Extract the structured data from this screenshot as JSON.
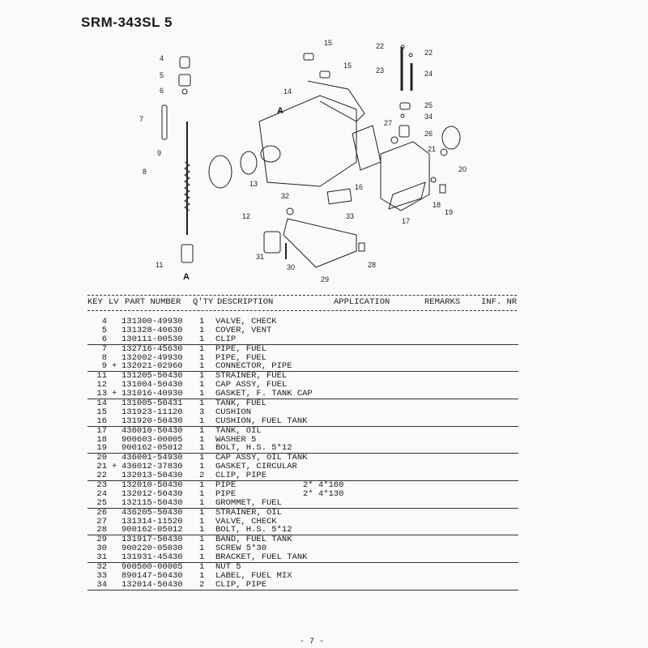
{
  "title": "SRM-343SL 5",
  "callouts": {
    "n4": "4",
    "n5": "5",
    "n6": "6",
    "n7": "7",
    "n8": "8",
    "n9": "9",
    "n11": "11",
    "n12": "12",
    "n13": "13",
    "n14": "14",
    "n15a": "15",
    "n15b": "15",
    "n16": "16",
    "n17": "17",
    "n18": "18",
    "n19": "19",
    "n20": "20",
    "n21": "21",
    "n22a": "22",
    "n22b": "22",
    "n23": "23",
    "n24": "24",
    "n25": "25",
    "n26": "26",
    "n27": "27",
    "n28": "28",
    "n29": "29",
    "n30": "30",
    "n31": "31",
    "n32": "32",
    "n33": "33",
    "n34": "34",
    "refA1": "A",
    "refA2": "A"
  },
  "table": {
    "headers": {
      "key": "KEY",
      "lv": "LV",
      "part": "PART NUMBER",
      "qty": "Q'TY",
      "desc": "DESCRIPTION",
      "app": "APPLICATION",
      "remarks": "REMARKS",
      "inf": "INF. NR"
    },
    "rows": [
      {
        "key": "4",
        "lv": "",
        "part": "131300-49930",
        "qty": "1",
        "desc": "VALVE, CHECK",
        "app": ""
      },
      {
        "key": "5",
        "lv": "",
        "part": "131328-40630",
        "qty": "1",
        "desc": "COVER, VENT",
        "app": ""
      },
      {
        "key": "6",
        "lv": "",
        "part": "130111-00530",
        "qty": "1",
        "desc": "CLIP",
        "app": ""
      },
      {
        "key": "7",
        "lv": "",
        "part": "132716-45630",
        "qty": "1",
        "desc": "PIPE, FUEL",
        "app": ""
      },
      {
        "key": "8",
        "lv": "",
        "part": "132002-49930",
        "qty": "1",
        "desc": "PIPE, FUEL",
        "app": ""
      },
      {
        "key": "9",
        "lv": "+",
        "part": "132021-02960",
        "qty": "1",
        "desc": "CONNECTOR, PIPE",
        "app": ""
      },
      {
        "key": "11",
        "lv": "",
        "part": "131205-50430",
        "qty": "1",
        "desc": "STRAINER, FUEL",
        "app": ""
      },
      {
        "key": "12",
        "lv": "",
        "part": "131004-50430",
        "qty": "1",
        "desc": "CAP ASSY, FUEL",
        "app": ""
      },
      {
        "key": "13",
        "lv": "+",
        "part": "131016-40930",
        "qty": "1",
        "desc": "GASKET, F. TANK CAP",
        "app": ""
      },
      {
        "key": "14",
        "lv": "",
        "part": "131005-50431",
        "qty": "1",
        "desc": "TANK, FUEL",
        "app": ""
      },
      {
        "key": "15",
        "lv": "",
        "part": "131923-11120",
        "qty": "3",
        "desc": "CUSHION",
        "app": ""
      },
      {
        "key": "16",
        "lv": "",
        "part": "131920-50430",
        "qty": "1",
        "desc": "CUSHION, FUEL TANK",
        "app": ""
      },
      {
        "key": "17",
        "lv": "",
        "part": "436010-50430",
        "qty": "1",
        "desc": "TANK, OIL",
        "app": ""
      },
      {
        "key": "18",
        "lv": "",
        "part": "900603-00005",
        "qty": "1",
        "desc": "WASHER 5",
        "app": ""
      },
      {
        "key": "19",
        "lv": "",
        "part": "900162-05012",
        "qty": "1",
        "desc": "BOLT, H.S. 5*12",
        "app": ""
      },
      {
        "key": "20",
        "lv": "",
        "part": "436001-54930",
        "qty": "1",
        "desc": "CAP ASSY, OIL TANK",
        "app": ""
      },
      {
        "key": "21",
        "lv": "+",
        "part": "436012-37830",
        "qty": "1",
        "desc": "GASKET, CIRCULAR",
        "app": ""
      },
      {
        "key": "22",
        "lv": "",
        "part": "132013-50430",
        "qty": "2",
        "desc": "CLIP, PIPE",
        "app": ""
      },
      {
        "key": "23",
        "lv": "",
        "part": "132010-50430",
        "qty": "1",
        "desc": "PIPE",
        "app": "2* 4*160"
      },
      {
        "key": "24",
        "lv": "",
        "part": "132012-50430",
        "qty": "1",
        "desc": "PIPE",
        "app": "2* 4*130"
      },
      {
        "key": "25",
        "lv": "",
        "part": "132115-50430",
        "qty": "1",
        "desc": "GROMMET, FUEL",
        "app": ""
      },
      {
        "key": "26",
        "lv": "",
        "part": "436205-50430",
        "qty": "1",
        "desc": "STRAINER, OIL",
        "app": ""
      },
      {
        "key": "27",
        "lv": "",
        "part": "131314-11520",
        "qty": "1",
        "desc": "VALVE, CHECK",
        "app": ""
      },
      {
        "key": "28",
        "lv": "",
        "part": "900162-05012",
        "qty": "1",
        "desc": "BOLT, H.S. 5*12",
        "app": ""
      },
      {
        "key": "29",
        "lv": "",
        "part": "131917-50430",
        "qty": "1",
        "desc": "BAND, FUEL TANK",
        "app": ""
      },
      {
        "key": "30",
        "lv": "",
        "part": "900220-05030",
        "qty": "1",
        "desc": "SCREW 5*30",
        "app": ""
      },
      {
        "key": "31",
        "lv": "",
        "part": "131931-45430",
        "qty": "1",
        "desc": "BRACKET, FUEL TANK",
        "app": ""
      },
      {
        "key": "32",
        "lv": "",
        "part": "900500-00005",
        "qty": "1",
        "desc": "NUT 5",
        "app": ""
      },
      {
        "key": "33",
        "lv": "",
        "part": "890147-50430",
        "qty": "1",
        "desc": "LABEL, FUEL MIX",
        "app": ""
      },
      {
        "key": "34",
        "lv": "",
        "part": "132014-50430",
        "qty": "2",
        "desc": "CLIP, PIPE",
        "app": ""
      }
    ]
  },
  "page_number": "- 7 -"
}
